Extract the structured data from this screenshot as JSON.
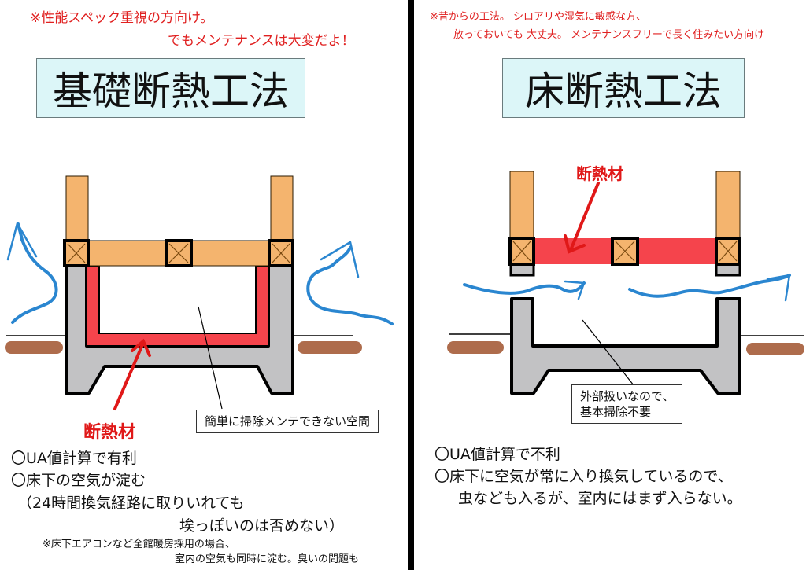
{
  "left": {
    "note_line1": "※性能スペック重視の方向け。",
    "note_line2": "でもメンテナンスは大変だよ！",
    "title": "基礎断熱工法",
    "insulation_label": "断熱材",
    "space_label": "簡単に掃除メンテできない空間",
    "points": [
      "〇UA値計算で有利",
      "〇床下の空気が淀む",
      "（24時間換気経路に取りいれても",
      "埃っぽいのは否めない）"
    ],
    "footnote_line1": "※床下エアコンなど全館暖房採用の場合、",
    "footnote_line2": "室内の空気も同時に淀む。臭いの問題も"
  },
  "right": {
    "note_line1": "※昔からの工法。 シロアリや湿気に敏感な方、",
    "note_line2": "放っておいても  大丈夫。 メンテナンスフリーで長く住みたい方向け",
    "title": "床断熱工法",
    "insulation_label": "断熱材",
    "space_label_line1": "外部扱いなので、",
    "space_label_line2": "基本掃除不要",
    "points": [
      "〇UA値計算で不利",
      "〇床下に空気が常に入り換気しているので、",
      "虫なども入るが、室内にはまず入らない。"
    ]
  },
  "colors": {
    "note_red": "#e02020",
    "insulation_red": "#f5444c",
    "wood": "#f4b46e",
    "concrete": "#c2c2c4",
    "air_blue": "#2a86d0",
    "soil_brown": "#a0522d",
    "title_bg": "#dcf6f8"
  }
}
